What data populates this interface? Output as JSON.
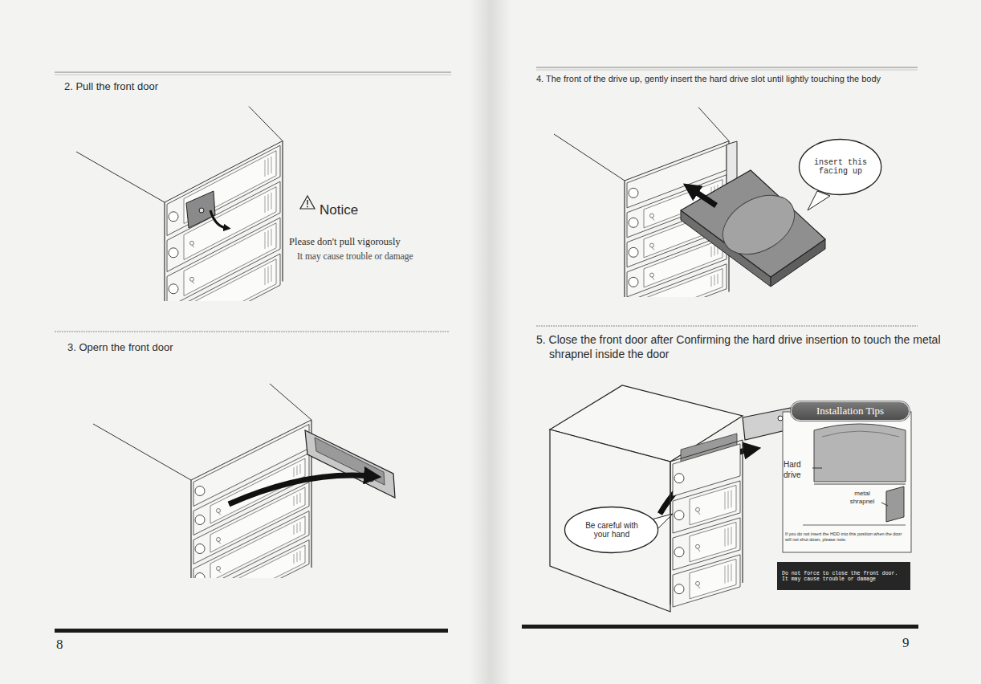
{
  "diagram": {
    "nodes": [
      {
        "text": [
          "insert this facing up"
        ]
      },
      {
        "text": [
          "Installation Tips"
        ]
      },
      {
        "text": [
          "Be careful with your hand"
        ]
      },
      {
        "text": [
          "Do not force to close the front door. It may cause trouble or damage"
        ]
      }
    ],
    "labels": [
      "2. Pull the front door",
      "Notice",
      "Please don't pull vigorously",
      "It may cause trouble or damage",
      "3. Opern the front door",
      "8",
      "4. The front of the drive up, gently insert the hard drive slot until lightly touching the body",
      "5. Close the front door after Confirming the hard drive insertion to touch the metal shrapnel inside the door",
      "Hard drive",
      "metal shrapnel",
      "If you do not insert the HDD into this position when the door will not shut down, please note.",
      "9"
    ]
  }
}
